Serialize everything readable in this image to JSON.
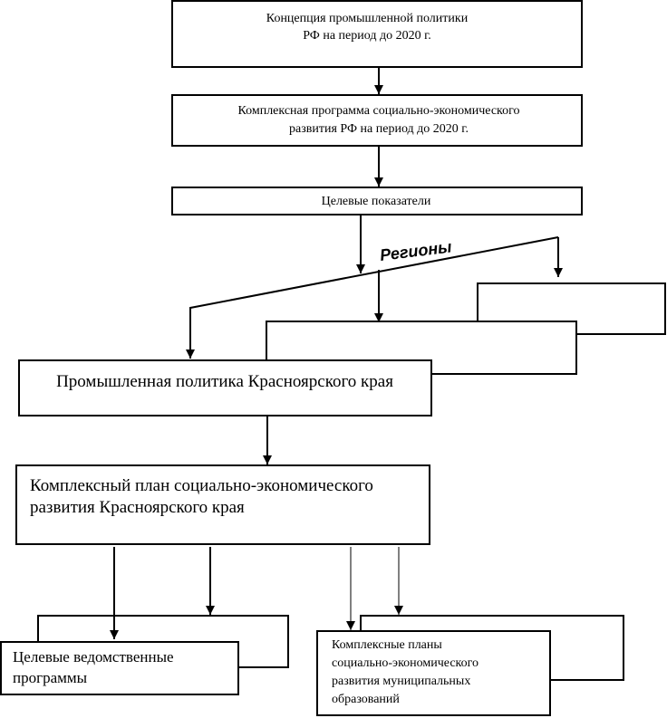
{
  "boxes": {
    "concept": {
      "line1": "Концепция промышленной политики",
      "line2": "РФ на период до 2020 г."
    },
    "complex_program": {
      "line1": "Комплексная программа социально-экономического",
      "line2": "развития РФ на период до 2020 г."
    },
    "target_indicators": {
      "label": "Целевые показатели"
    },
    "industrial_policy": {
      "label": "Промышленная политика Красноярского края"
    },
    "complex_plan": {
      "line1": "Комплексный план социально-экономического",
      "line2": "развития Красноярского края"
    },
    "dept_programs": {
      "line1": "Целевые ведомственные",
      "line2": "программы"
    },
    "municipal_plans": {
      "line1": "Комплексные планы",
      "line2": "социально-экономического",
      "line3": "развития муниципальных",
      "line4": "образований"
    }
  },
  "regions_label": "Регионы"
}
